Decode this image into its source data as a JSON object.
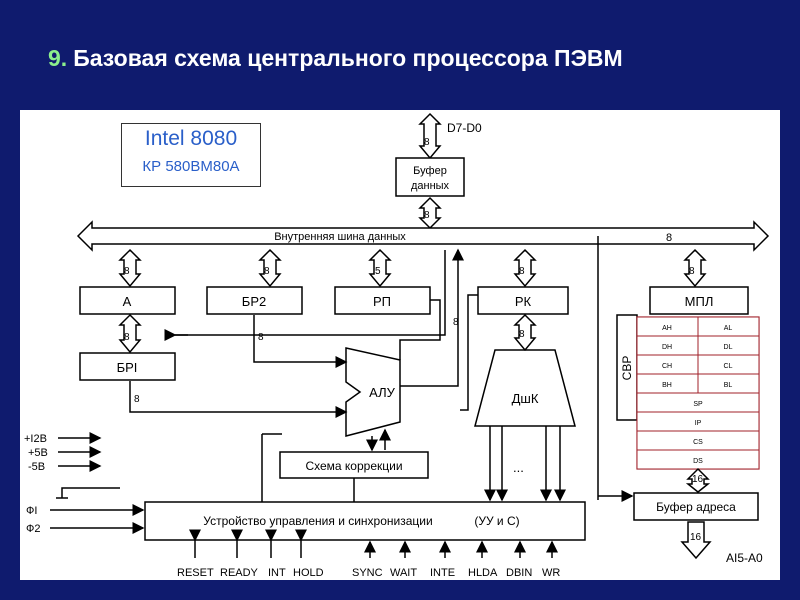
{
  "slide": {
    "number": "9.",
    "title": "Базовая схема центрального процессора ПЭВМ"
  },
  "colors": {
    "background": "#0f1b6e",
    "number": "#8cf08c",
    "title": "#ffffff",
    "intel_text": "#2a5fc9",
    "register_grid": "#a0202a"
  },
  "diagram": {
    "intel_line1": "Intel 8080",
    "intel_line2": "КР 580ВМ80А",
    "data_pins": "D7-D0",
    "data_buffer_line1": "Буфер",
    "data_buffer_line2": "данных",
    "internal_bus": "Внутренняя шина данных",
    "bus_width": "8",
    "reg_a": "А",
    "reg_br2": "БР2",
    "reg_rp": "РП",
    "reg_rk": "РК",
    "mpl": "МПЛ",
    "reg_br1": "БРI",
    "alu": "АЛУ",
    "decoder": "ДшК",
    "correction": "Схема коррекции",
    "svr": "СВР",
    "control_unit": "Устройство управления и синхронизации",
    "control_abbr": "(УУ и С)",
    "address_buffer": "Буфер адреса",
    "address_pins": "AI5-A0",
    "width_5": "5",
    "width_16": "16",
    "dots": "...",
    "ground": "",
    "power": [
      "+I2В",
      "+5В",
      "-5В"
    ],
    "phases": [
      "ФI",
      "Ф2"
    ],
    "signals": [
      "RESET",
      "READY",
      "INT",
      "HOLD",
      "SYNC",
      "WAIT",
      "INTE",
      "HLDA",
      "DBIN",
      "WR"
    ],
    "registers": [
      [
        "AH",
        "AL"
      ],
      [
        "DH",
        "DL"
      ],
      [
        "CH",
        "CL"
      ],
      [
        "BH",
        "BL"
      ]
    ],
    "registers16": [
      "SP",
      "IP",
      "CS",
      "DS"
    ]
  }
}
